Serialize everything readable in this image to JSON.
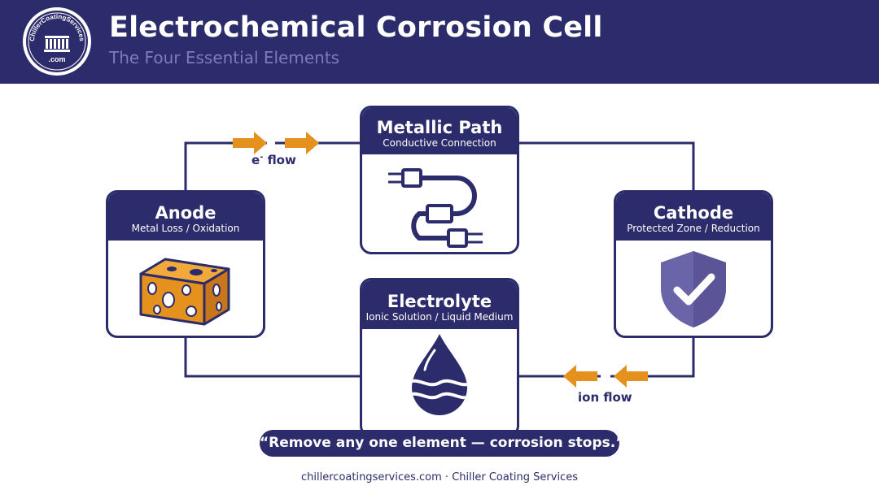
{
  "header": {
    "title": "Electrochemical Corrosion Cell",
    "subtitle": "The Four Essential Elements",
    "logo": {
      "top_text": "ChillerCoatingServices",
      "bottom_text": ".com"
    }
  },
  "elements": {
    "metallic_path": {
      "name": "Metallic Path",
      "description": "Conductive Connection",
      "icon": "cable-icon"
    },
    "anode": {
      "name": "Anode",
      "description": "Metal Loss / Oxidation",
      "icon": "corroded-metal-icon"
    },
    "cathode": {
      "name": "Cathode",
      "description": "Protected Zone / Reduction",
      "icon": "shield-check-icon"
    },
    "electrolyte": {
      "name": "Electrolyte",
      "description": "Ionic Solution / Liquid Medium",
      "icon": "water-drop-icon"
    }
  },
  "flows": {
    "electron": {
      "label_base": "e",
      "label_sup": "-",
      "label_rest": " flow"
    },
    "ion": {
      "label": "ion flow"
    }
  },
  "quote": "“Remove any one element — corrosion stops.”",
  "footer": "chillercoatingservices.com · Chiller Coating Services",
  "colors": {
    "navy": "#2c2c6c",
    "orange": "#e5911e",
    "shield": "#6a64a8",
    "subtitle": "#7c7cb8"
  }
}
